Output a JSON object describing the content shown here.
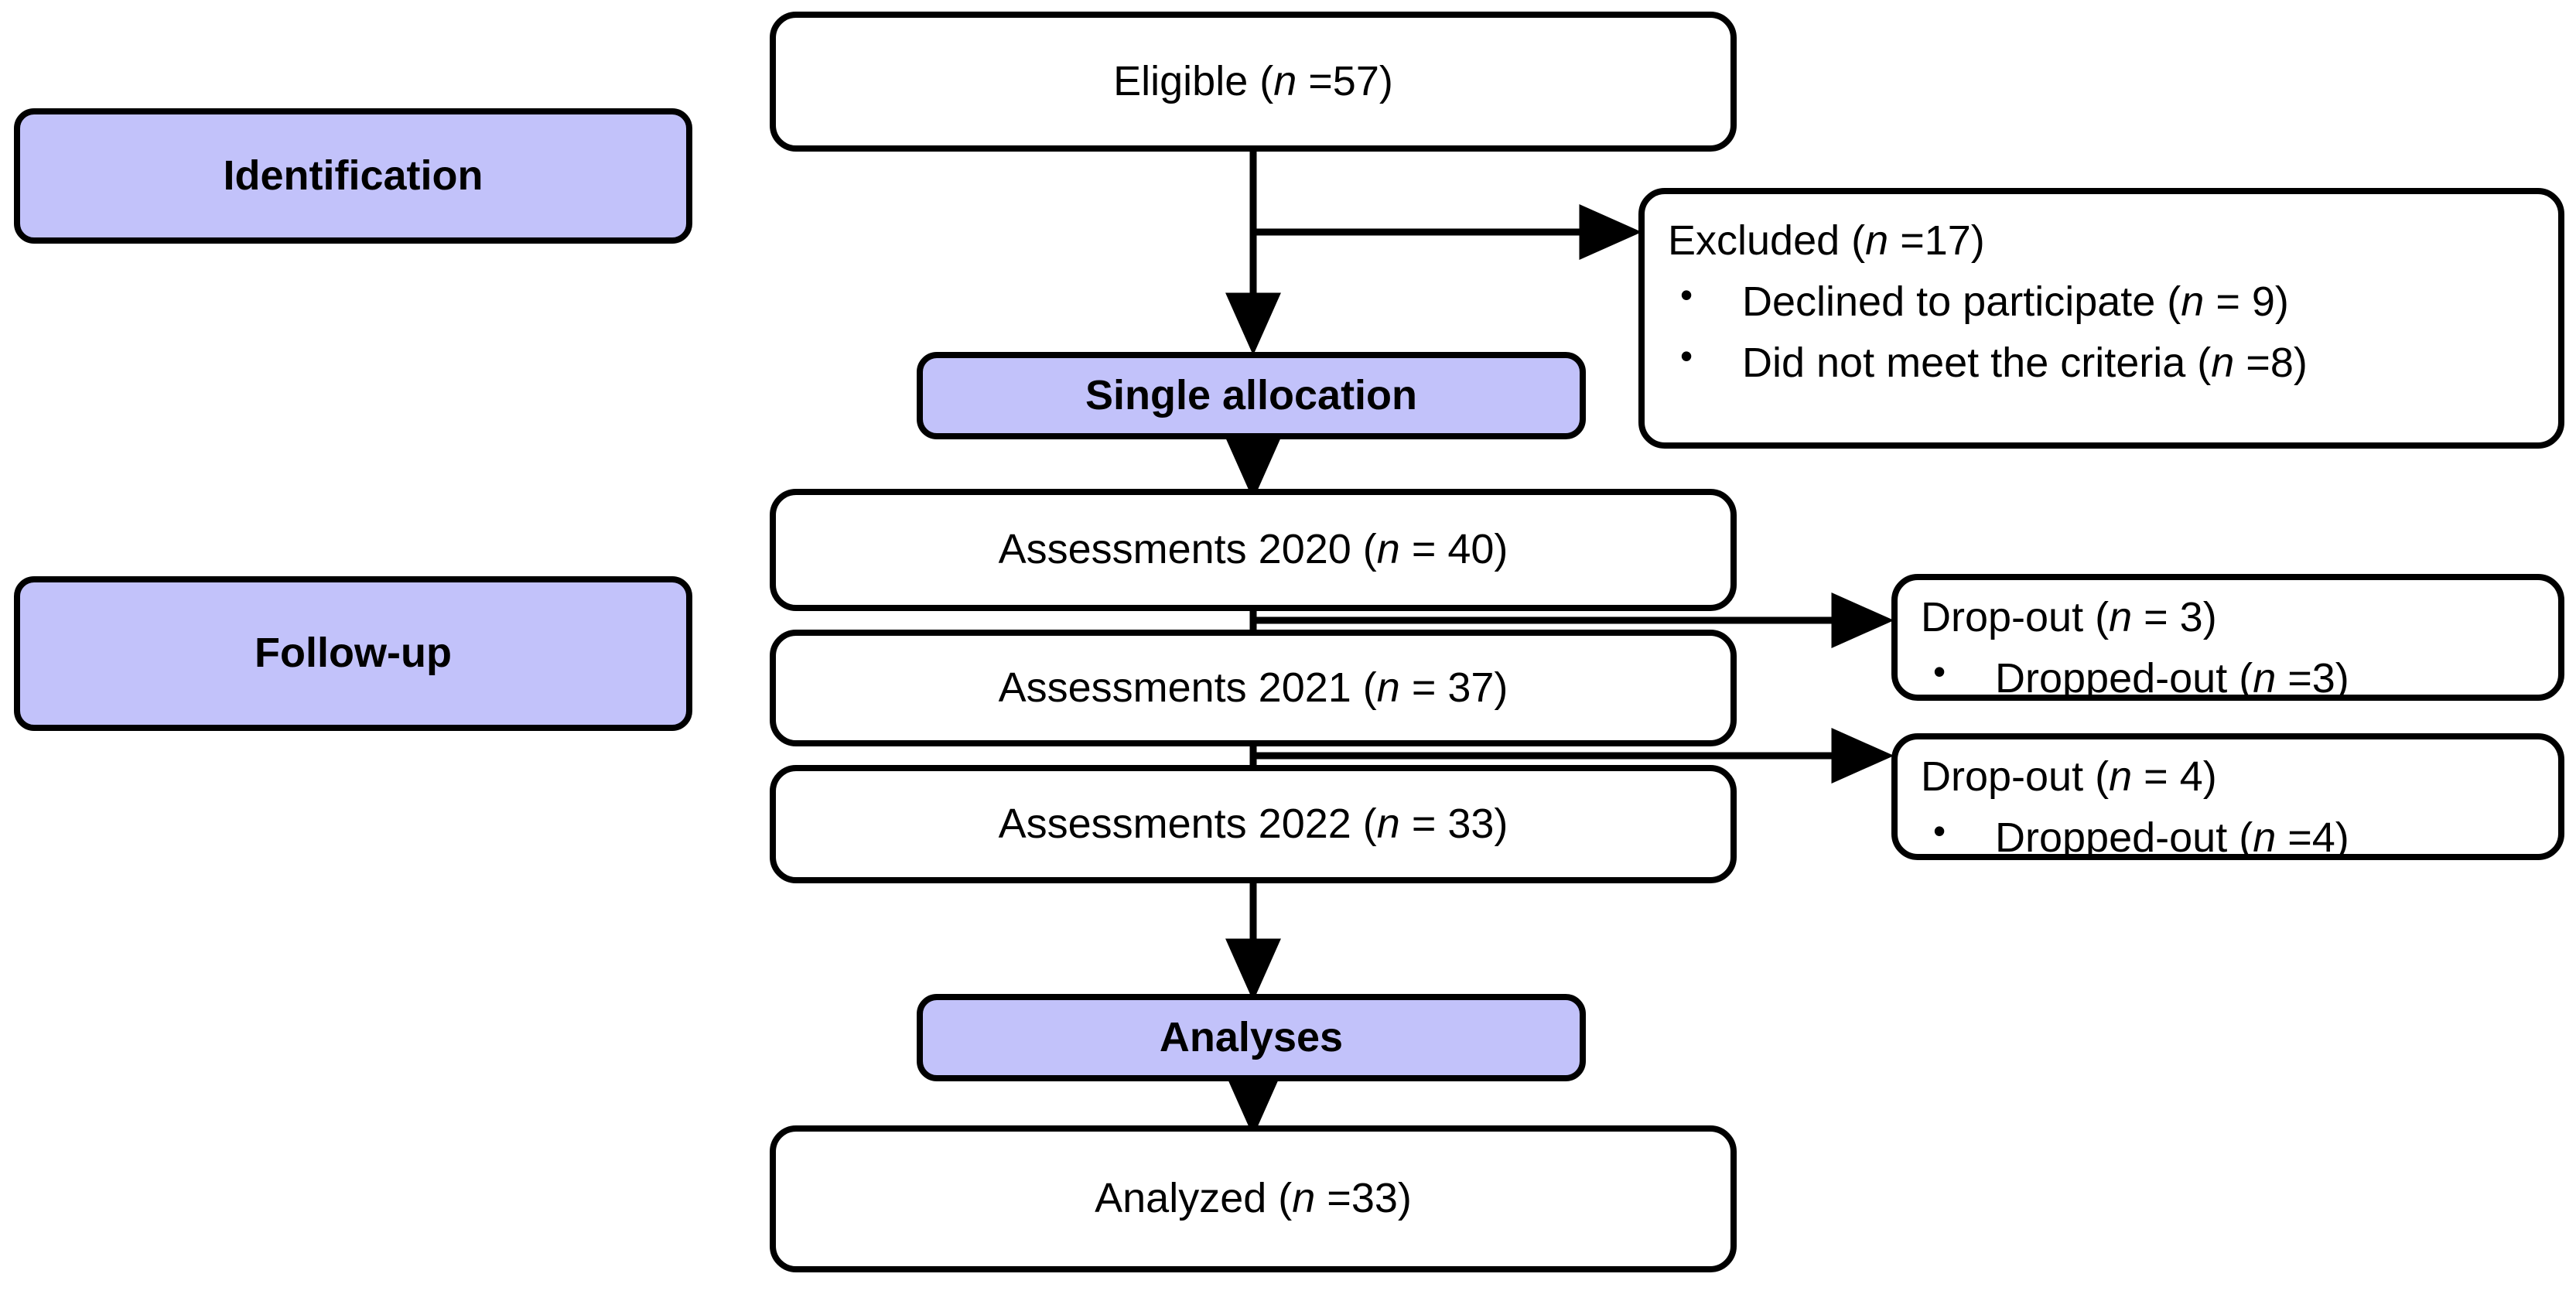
{
  "diagram": {
    "title": "Participant flow diagram",
    "accent_purple": "#c2c2fa",
    "stroke_color": "#000000",
    "background": "#ffffff"
  },
  "stage_labels": {
    "identification": "Identification",
    "follow_up": "Follow-up"
  },
  "stage_bars": {
    "single_allocation": "Single allocation",
    "analyses": "Analyses"
  },
  "nodes": {
    "eligible": {
      "text_plain": "Eligible (n =57)",
      "prefix": "Eligible (",
      "n_symbol": "n",
      "suffix": " =57)"
    },
    "excluded": {
      "header_prefix": "Excluded (",
      "header_n": "n",
      "header_suffix": " =17)",
      "bullets": [
        {
          "prefix": "Declined to participate (",
          "n_symbol": "n",
          "suffix": " = 9)"
        },
        {
          "prefix": "Did not meet the criteria (",
          "n_symbol": "n",
          "suffix": " =8)"
        }
      ]
    },
    "assessments_2020": {
      "prefix": "Assessments 2020 (",
      "n_symbol": "n",
      "suffix": " = 40)"
    },
    "assessments_2021": {
      "prefix": "Assessments 2021 (",
      "n_symbol": "n",
      "suffix": " = 37)"
    },
    "assessments_2022": {
      "prefix": "Assessments 2022 (",
      "n_symbol": "n",
      "suffix": " = 33)"
    },
    "dropout_1": {
      "header_prefix": "Drop-out (",
      "header_n": "n",
      "header_suffix": " = 3)",
      "bullets": [
        {
          "prefix": "Dropped-out (",
          "n_symbol": "n",
          "suffix": " =3)"
        }
      ]
    },
    "dropout_2": {
      "header_prefix": "Drop-out (",
      "header_n": "n",
      "header_suffix": " = 4)",
      "bullets": [
        {
          "prefix": "Dropped-out (",
          "n_symbol": "n",
          "suffix": " =4)"
        }
      ]
    },
    "analyzed": {
      "prefix": "Analyzed (",
      "n_symbol": "n",
      "suffix": " =33)"
    }
  },
  "chart_data": {
    "type": "diagram",
    "flow_counts": {
      "eligible": 57,
      "excluded_total": 17,
      "excluded_declined": 9,
      "excluded_not_meeting_criteria": 8,
      "assessments_2020": 40,
      "assessments_2021": 37,
      "assessments_2022": 33,
      "dropout_after_2020": 3,
      "dropout_after_2021": 4,
      "analyzed": 33
    }
  }
}
